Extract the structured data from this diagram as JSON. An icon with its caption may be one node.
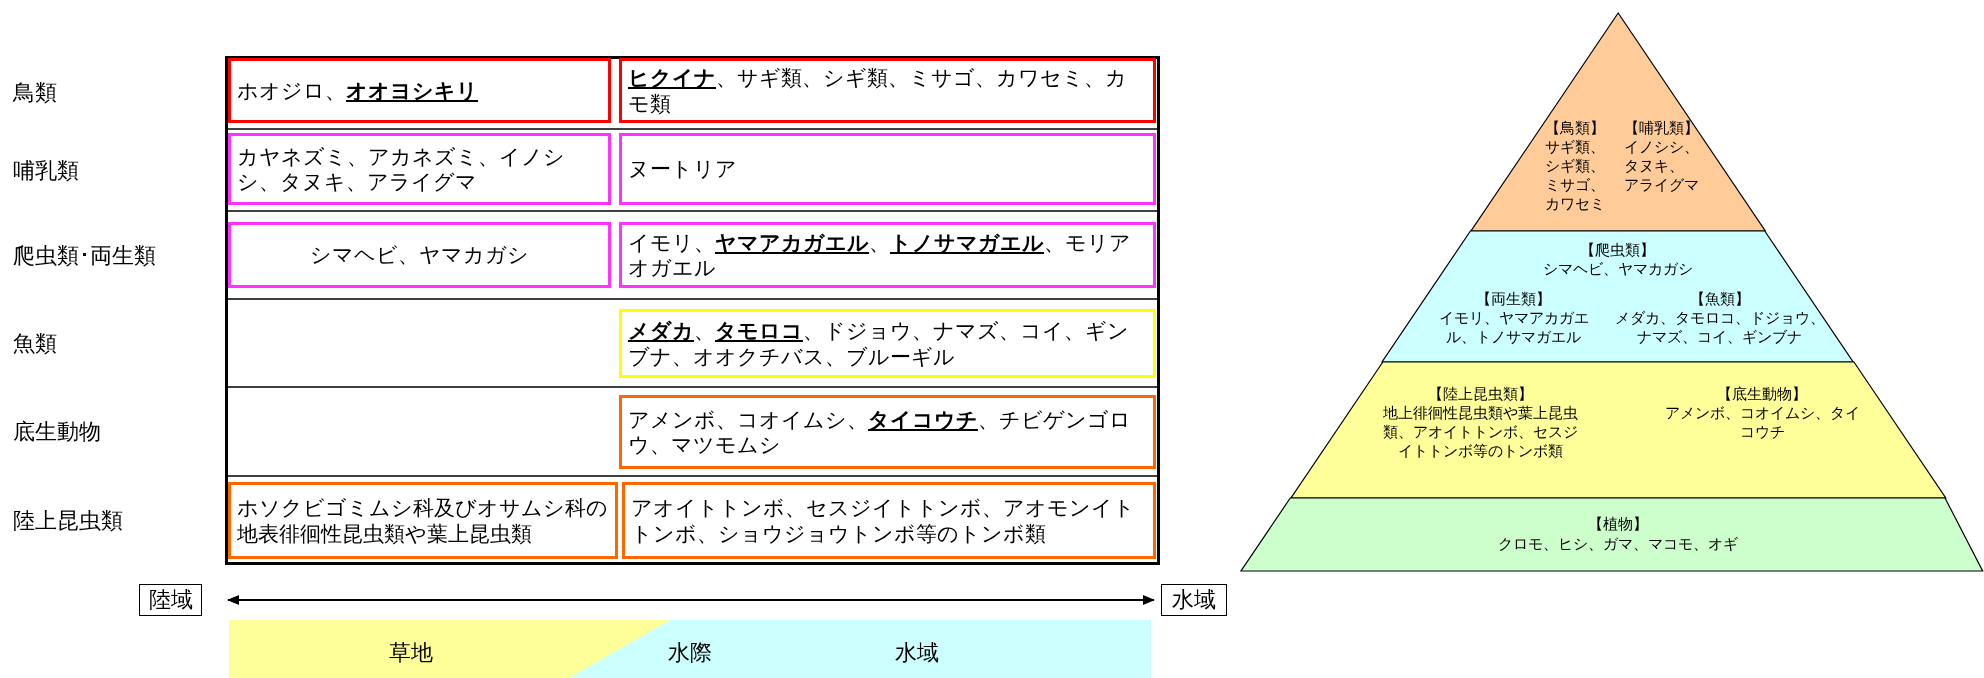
{
  "diagram": {
    "nodes": [
      {
        "text": [],
        "shape": "box"
      },
      {
        "text": [
          "ホオジロ、**オオヨシキリ**"
        ],
        "in": 0
      },
      {
        "text": [
          "**ヒクイナ**、サギ類、シギ類、ミサゴ、カワセミ、カモ類"
        ],
        "in": 0
      },
      {
        "text": [
          "カヤネズミ、アカネズミ、イノシシ、タヌキ、アライグマ"
        ],
        "in": 0
      },
      {
        "text": [
          "ヌートリア"
        ],
        "in": 0
      },
      {
        "text": [
          "シマヘビ、ヤマカガシ"
        ],
        "in": 0
      },
      {
        "text": [
          "イモリ、**ヤマアカガエル**、**トノサマガエル**、モリアオガエル"
        ],
        "in": 0
      },
      {
        "text": [
          "**メダカ**、**タモロコ**、ドジョウ、ナマズ、コイ、ギンブナ、オオクチバス、ブルーギル"
        ],
        "in": 0
      },
      {
        "text": [
          "アメンボ、コオイムシ、**タイコウチ**、チビゲンゴロウ、マツモムシ"
        ],
        "in": 0
      },
      {
        "text": [
          "ホソクビゴミムシ科及びオサムシ科の地表徘徊性昆虫類や葉上昆虫類"
        ],
        "in": 0
      },
      {
        "text": [
          "アオイトトンボ、セスジイトトンボ、アオモンイトトンボ、ショウジョウトンボ等のトンボ類"
        ],
        "in": 0
      },
      {
        "text": [
          "陸域"
        ]
      },
      {
        "text": [
          "水域"
        ]
      },
      {
        "text": [
          "草地",
          "水際",
          "水域"
        ]
      },
      {
        "text": [
          "【鳥類】",
          "サギ類、シギ類、ミサゴ、カワセミ",
          "【哺乳類】",
          "イノシシ、タヌキ、アライグマ"
        ]
      },
      {
        "text": [
          "【爬虫類】",
          "シマヘビ、ヤマカガシ",
          "【両生類】",
          "イモリ、ヤマアカガエル、トノサマガエル",
          "【魚類】",
          "メダカ、タモロコ、ドジョウ、ナマズ、コイ、ギンブナ"
        ]
      },
      {
        "text": [
          "【陸上昆虫類】",
          "地上徘徊性昆虫類や葉上昆虫類、アオイトトンボ、セスジイトトンボ等のトンボ類",
          "【底生動物】",
          "アメンボ、コオイムシ、タイコウチ"
        ]
      },
      {
        "text": [
          "【植物】",
          "クロモ、ヒシ、ガマ、マコモ、オギ"
        ]
      }
    ],
    "edges": [
      {
        "from": 11,
        "to": 12,
        "arrow": "both"
      }
    ],
    "labels": [
      "鳥類",
      "哺乳類",
      "爬虫類･両生類",
      "魚類",
      "底生動物",
      "陸上昆虫類"
    ]
  }
}
